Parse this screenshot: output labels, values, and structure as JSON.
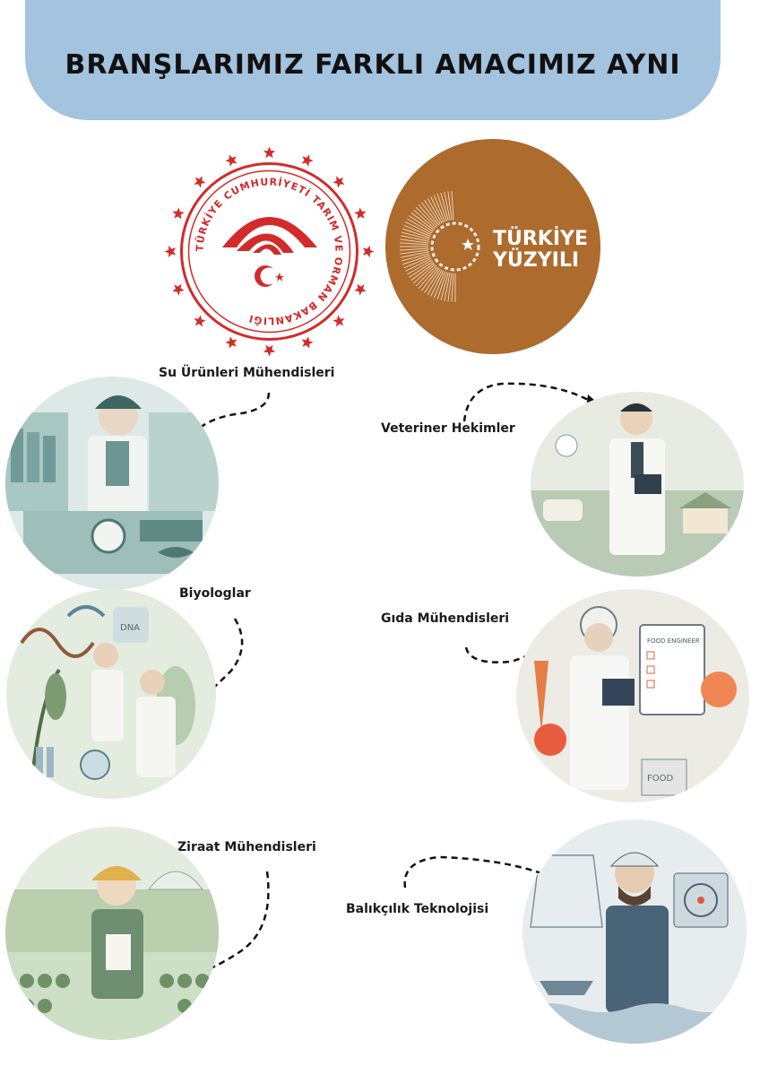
{
  "header": {
    "title": "BRANŞLARIMIZ FARKLI AMACIMIZ AYNI"
  },
  "logos": {
    "ministry": {
      "ring_text": "TÜRKİYE CUMHURİYETİ TARIM VE ORMAN BAKANLIĞI",
      "color": "#d32a2a"
    },
    "century": {
      "line1": "TÜRKİYE",
      "line2": "YÜZYILI",
      "color": "#ad6b2e"
    }
  },
  "professions": [
    {
      "label": "Su Ürünleri Mühendisleri",
      "icon": "aquaculture-engineer-illustration"
    },
    {
      "label": "Veteriner Hekimler",
      "icon": "veterinarian-illustration"
    },
    {
      "label": "Biyologlar",
      "icon": "biologists-illustration"
    },
    {
      "label": "Gıda Mühendisleri",
      "icon": "food-engineer-illustration"
    },
    {
      "label": "Ziraat Mühendisleri",
      "icon": "agricultural-engineer-illustration"
    },
    {
      "label": "Balıkçılık Teknolojisi",
      "icon": "fishing-technology-illustration"
    }
  ],
  "illustration_text": {
    "dna_tag": "DNA",
    "food_engineer_sheet": "FOOD ENGINEER",
    "food_box": "FOOD"
  }
}
